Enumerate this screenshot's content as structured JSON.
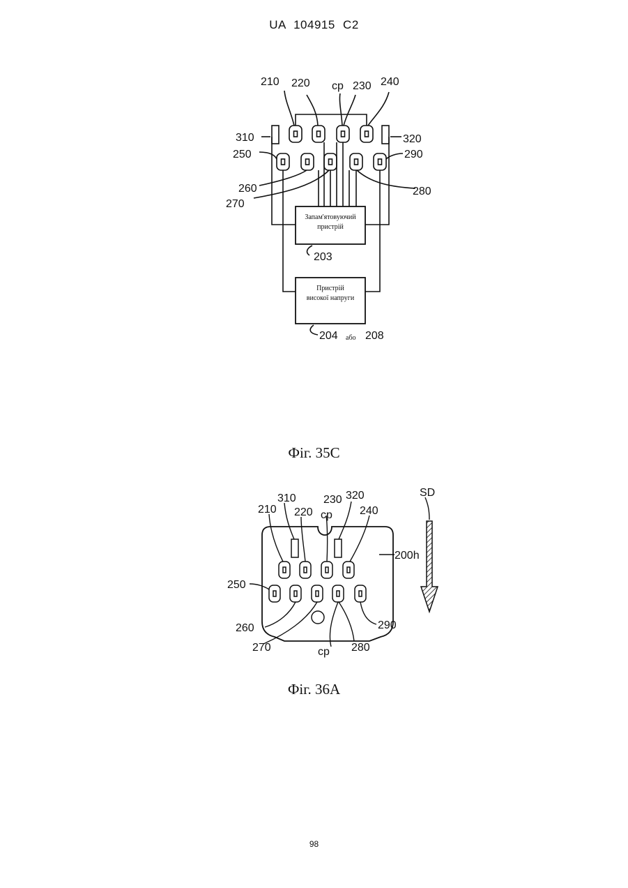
{
  "header": {
    "text": "UA   104915   C2"
  },
  "fig35c": {
    "caption": "Фіг. 35C",
    "labels": {
      "l210": "210",
      "l220": "220",
      "lcp": "cp",
      "l230": "230",
      "l240": "240",
      "l310": "310",
      "l320": "320",
      "l250": "250",
      "l290": "290",
      "l260": "260",
      "l270": "270",
      "l280": "280",
      "l203": "203",
      "l204": "204",
      "l_abo": "або",
      "l208": "208"
    },
    "memory_box": {
      "line1": "Запам'ятовуючий",
      "line2": "пристрій"
    },
    "hv_box": {
      "line1": "Пристрій",
      "line2": "високої напруги"
    }
  },
  "fig36a": {
    "caption": "Фіг. 36A",
    "labels": {
      "l310": "310",
      "l230": "230",
      "l320": "320",
      "l210": "210",
      "l220": "220",
      "lcp_top": "cp",
      "l240": "240",
      "l200h": "200h",
      "l250": "250",
      "l260": "260",
      "l270": "270",
      "lcp_bot": "cp",
      "l280": "280",
      "l290": "290",
      "lSD": "SD"
    }
  },
  "page_number": "98"
}
